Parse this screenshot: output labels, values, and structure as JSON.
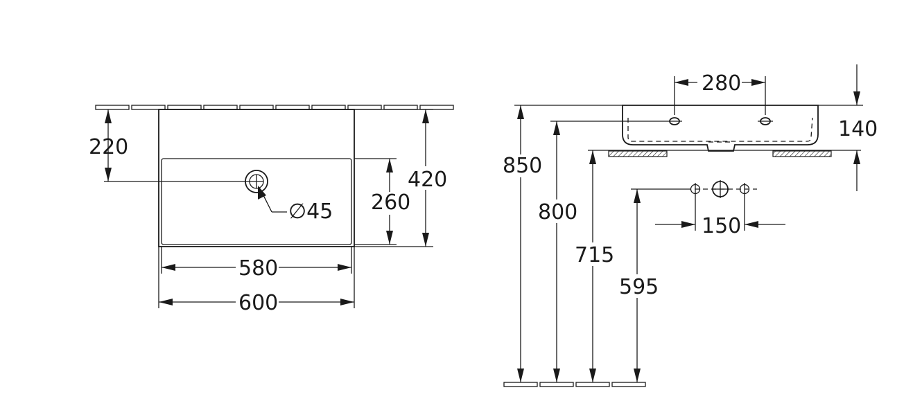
{
  "top_view": {
    "dim_wall_to_hole": "220",
    "dim_basin_depth": "420",
    "dim_bowl_depth": "260",
    "dim_bowl_width": "580",
    "dim_basin_width": "600",
    "dim_drain_diameter": "∅45"
  },
  "side_view": {
    "dim_tap_spacing": "280",
    "dim_basin_height": "140",
    "dim_height_top": "850",
    "dim_height_holes": "800",
    "dim_height_underside": "715",
    "dim_height_connections": "595",
    "dim_connection_spacing": "150"
  }
}
